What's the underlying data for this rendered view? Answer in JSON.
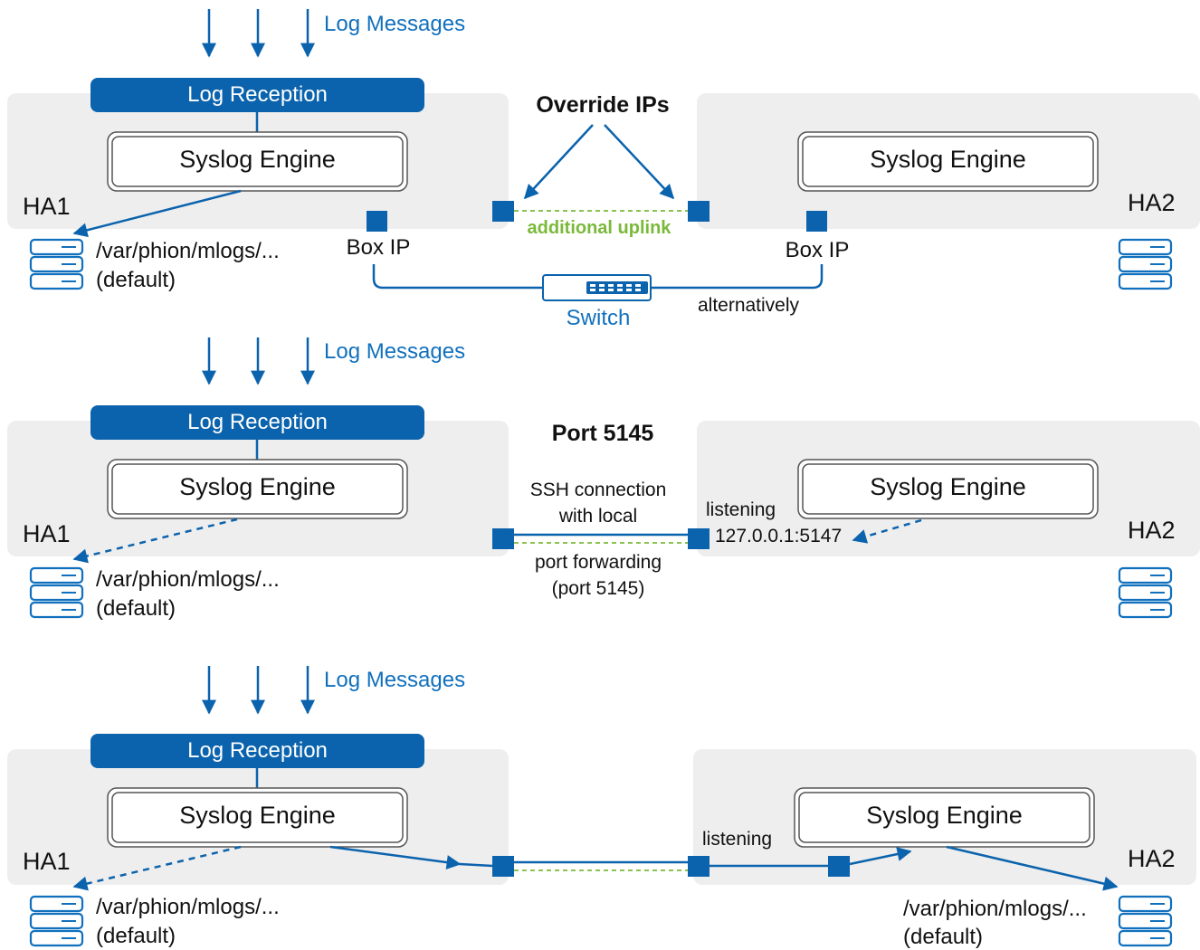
{
  "colors": {
    "blue": "#0b63ad",
    "green": "#7ab93a",
    "panel": "#eeeeee"
  },
  "labels": {
    "log_messages": "Log Messages",
    "log_reception": "Log Reception",
    "syslog_engine": "Syslog Engine",
    "ha1": "HA1",
    "ha2": "HA2",
    "log_path": "/var/phion/mlogs/...",
    "default": "(default)",
    "listening": "listening"
  },
  "scenario1": {
    "override_ips": "Override IPs",
    "additional_uplink": "additional uplink",
    "box_ip": "Box IP",
    "switch": "Switch",
    "alternatively": "alternatively"
  },
  "scenario2": {
    "port_title": "Port 5145",
    "ssh_line1": "SSH connection",
    "ssh_line2": "with local",
    "fwd_line1": "port forwarding",
    "fwd_line2": "(port 5145)",
    "address": "127.0.0.1:5147"
  },
  "icons": [
    "arrow-down-icon",
    "server-storage-icon",
    "network-switch-icon",
    "network-port-icon"
  ]
}
